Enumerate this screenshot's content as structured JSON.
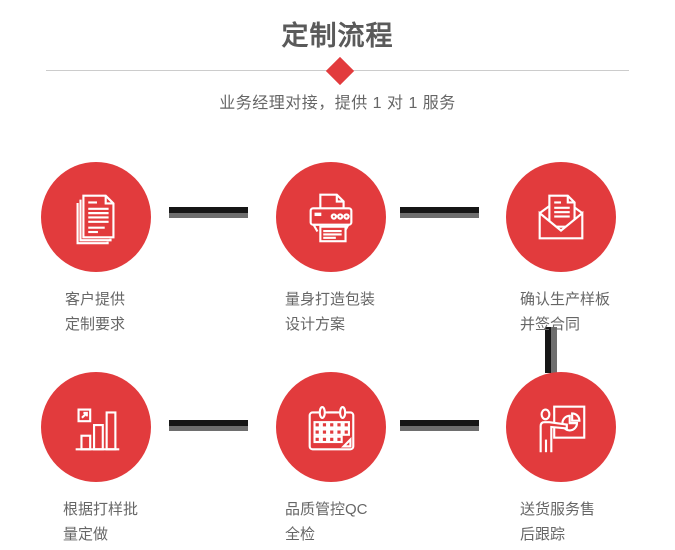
{
  "header": {
    "title": "定制流程",
    "subtitle": "业务经理对接，提供 1 对 1 服务"
  },
  "colors": {
    "accent_red": "#e23b3d",
    "title_color": "#5a5a5a",
    "label_color": "#666666",
    "divider_color": "#cccccc",
    "connector_dark": "#161616",
    "connector_gray": "#6e6e6e",
    "icon_stroke": "#ffffff"
  },
  "steps": [
    {
      "icon": "documents-icon",
      "line1": "客户提供",
      "line2": "定制要求"
    },
    {
      "icon": "printer-icon",
      "line1": "量身打造包装",
      "line2": "设计方案"
    },
    {
      "icon": "envelope-icon",
      "line1": "确认生产样板",
      "line2": "并签合同"
    },
    {
      "icon": "bar-chart-icon",
      "line1": "根据打样批",
      "line2": "量定做"
    },
    {
      "icon": "calendar-icon",
      "line1": "品质管控QC",
      "line2": "全检"
    },
    {
      "icon": "presentation-icon",
      "line1": "送货服务售",
      "line2": "后跟踪"
    }
  ]
}
